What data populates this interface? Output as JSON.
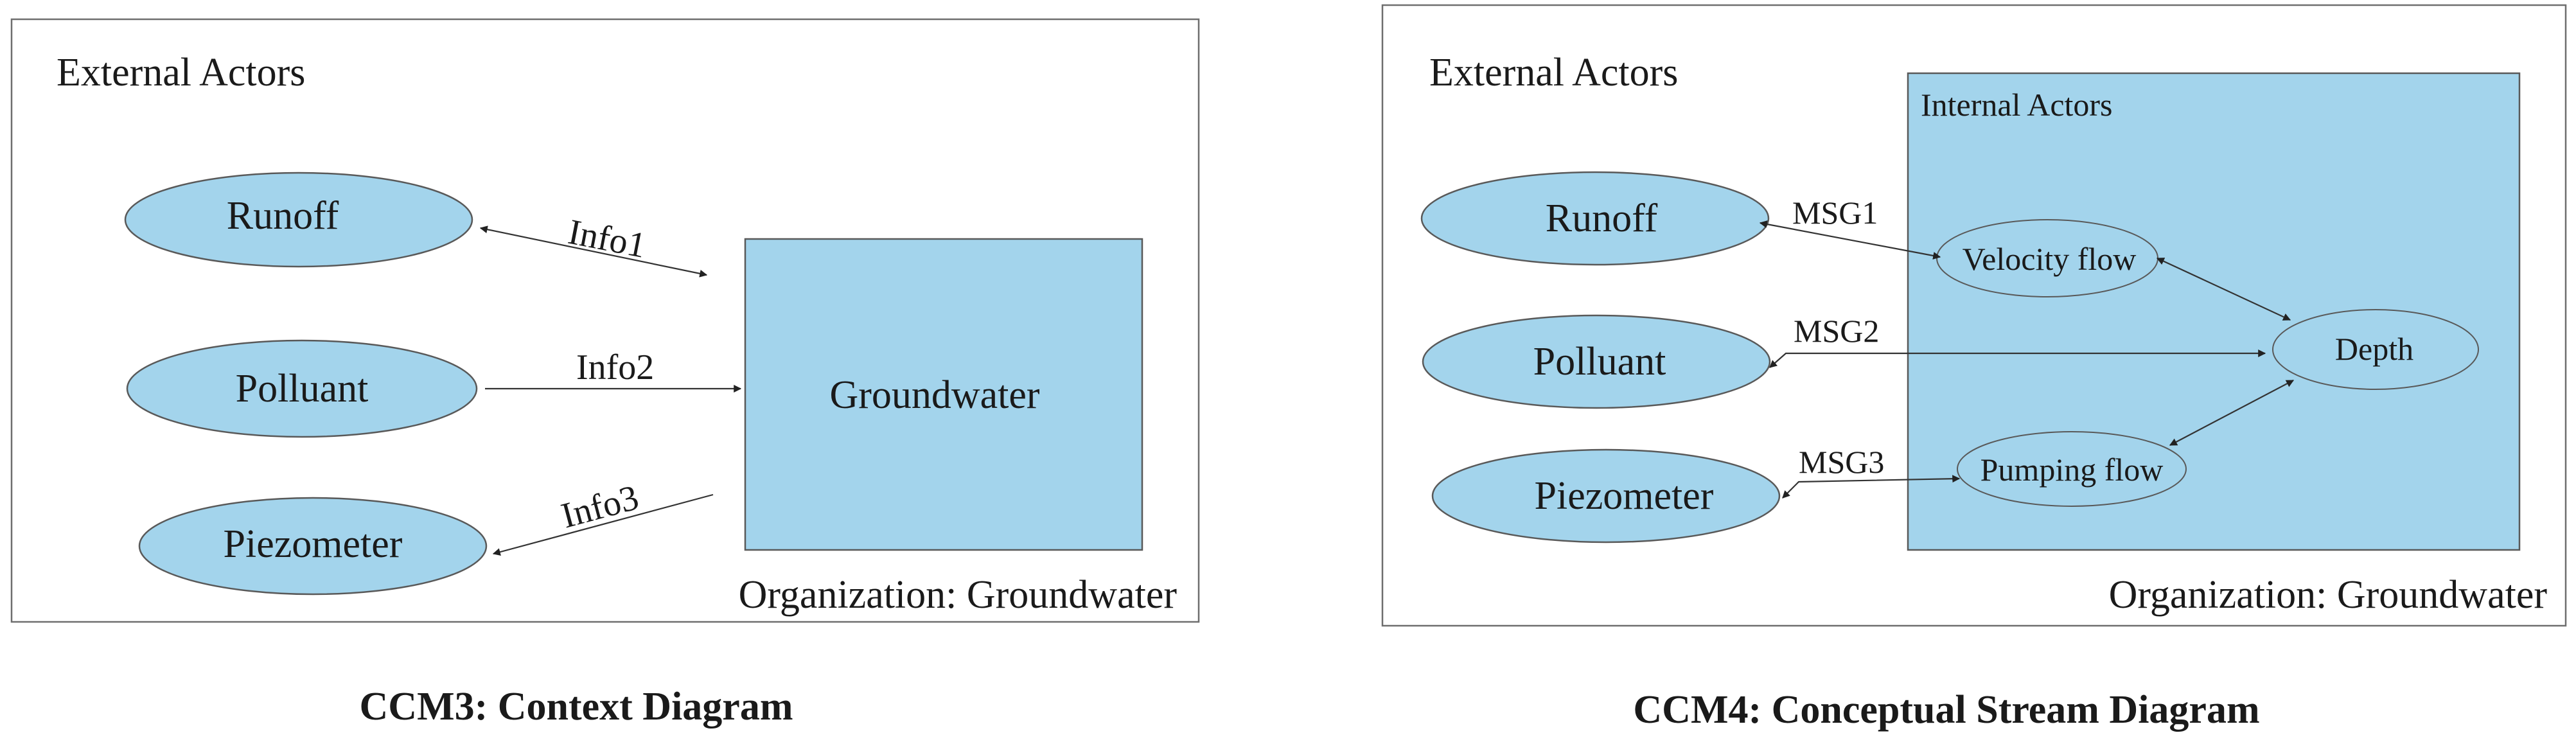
{
  "context_diagram": {
    "external_label": "External Actors",
    "actors": [
      "Runoff",
      "Polluant",
      "Piezometer"
    ],
    "messages": [
      "Info1",
      "Info2",
      "Info3"
    ],
    "target": "Groundwater",
    "organization": "Organization: Groundwater",
    "caption": "CCM3: Context Diagram",
    "colors": {
      "fill": "#a3d4ec",
      "stroke": "#595959"
    }
  },
  "stream_diagram": {
    "external_label": "External Actors",
    "internal_label": "Internal Actors",
    "actors": [
      "Runoff",
      "Polluant",
      "Piezometer"
    ],
    "messages": [
      "MSG1",
      "MSG2",
      "MSG3"
    ],
    "internal_nodes": [
      "Velocity flow",
      "Depth",
      "Pumping flow"
    ],
    "organization": "Organization: Groundwater",
    "caption": "CCM4: Conceptual Stream Diagram",
    "colors": {
      "fill": "#a3d4ec",
      "stroke": "#595959"
    }
  }
}
